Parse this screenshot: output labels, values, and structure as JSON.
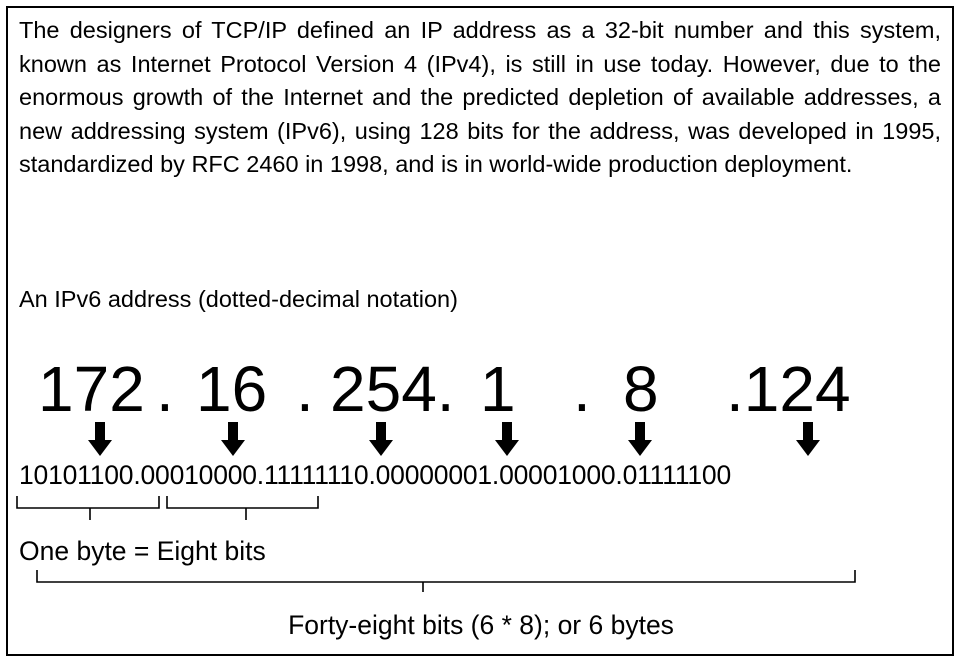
{
  "paragraph": "The designers of TCP/IP defined an IP address as a 32-bit number and this system, known as Internet Protocol Version 4 (IPv4), is still in use today. However, due to the enormous growth of the Internet and the predicted depletion of available addresses, a new addressing system (IPv6), using 128 bits for the address, was developed in 1995, standardized by RFC 2460 in 1998, and is in world-wide production deployment.",
  "heading": "An IPv6 address (dotted-decimal notation)",
  "decimal_groups": [
    "172",
    ".",
    "16",
    ".",
    "254.",
    "1",
    ".",
    "8",
    ".124"
  ],
  "binary": "10101100.00010000.11111110.00000001.00001000.01111100",
  "bracket_label": "One byte = Eight bits",
  "total_label": "Forty-eight bits (6 * 8); or 6 bytes"
}
